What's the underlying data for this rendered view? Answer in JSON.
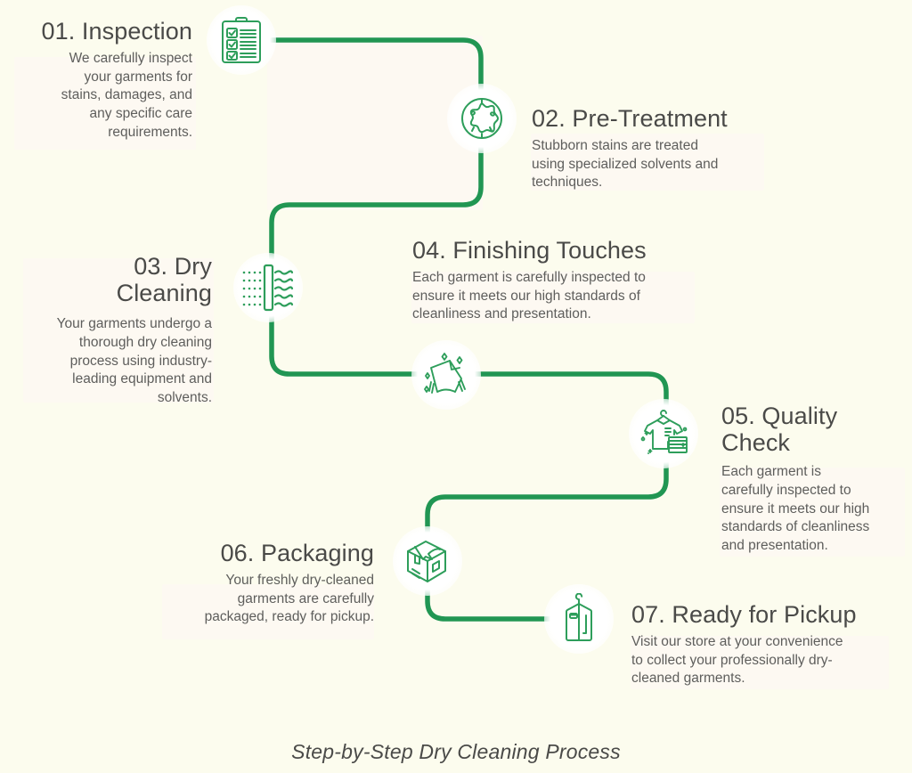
{
  "footer": {
    "caption": "Step-by-Step Dry Cleaning Process"
  },
  "theme": {
    "background": "#FCFCEE",
    "panel": "#FDF8F2",
    "accent_green": "#219653",
    "title_text": "#4A4A48",
    "body_text": "#5E5E5C"
  },
  "steps": [
    {
      "number": "01",
      "title": "01. Inspection",
      "description": "We carefully inspect\nyour garments for\nstains, damages, and\nany specific care\nrequirements.",
      "icon": "clipboard-checklist-icon",
      "align": "right"
    },
    {
      "number": "02",
      "title": "02. Pre-Treatment",
      "description": "Stubborn stains are treated\nusing specialized solvents and\ntechniques.",
      "icon": "stain-spot-icon",
      "align": "left"
    },
    {
      "number": "03",
      "title": "03. Dry\nCleaning",
      "description": "Your garments undergo a\nthorough dry cleaning\nprocess using industry-\nleading equipment and\nsolvents.",
      "icon": "filter-membrane-icon",
      "align": "right"
    },
    {
      "number": "04",
      "title": "04. Finishing Touches",
      "description": "Each garment is carefully inspected to\nensure it meets our high standards of\ncleanliness and presentation.",
      "icon": "folded-linen-sparkle-icon",
      "align": "left"
    },
    {
      "number": "05",
      "title": "05. Quality\nCheck",
      "description": "Each garment is\ncarefully inspected to\nensure it meets our high\nstandards of cleanliness\nand presentation.",
      "icon": "shirt-hanger-check-icon",
      "align": "left"
    },
    {
      "number": "06",
      "title": "06. Packaging",
      "description": "Your freshly dry-cleaned\ngarments are carefully\npackaged, ready for pickup.",
      "icon": "package-box-icon",
      "align": "right"
    },
    {
      "number": "07",
      "title": "07. Ready for Pickup",
      "description": "Visit our store at your convenience\nto collect your professionally dry-\ncleaned garments.",
      "icon": "garment-bag-hanger-icon",
      "align": "left"
    }
  ]
}
